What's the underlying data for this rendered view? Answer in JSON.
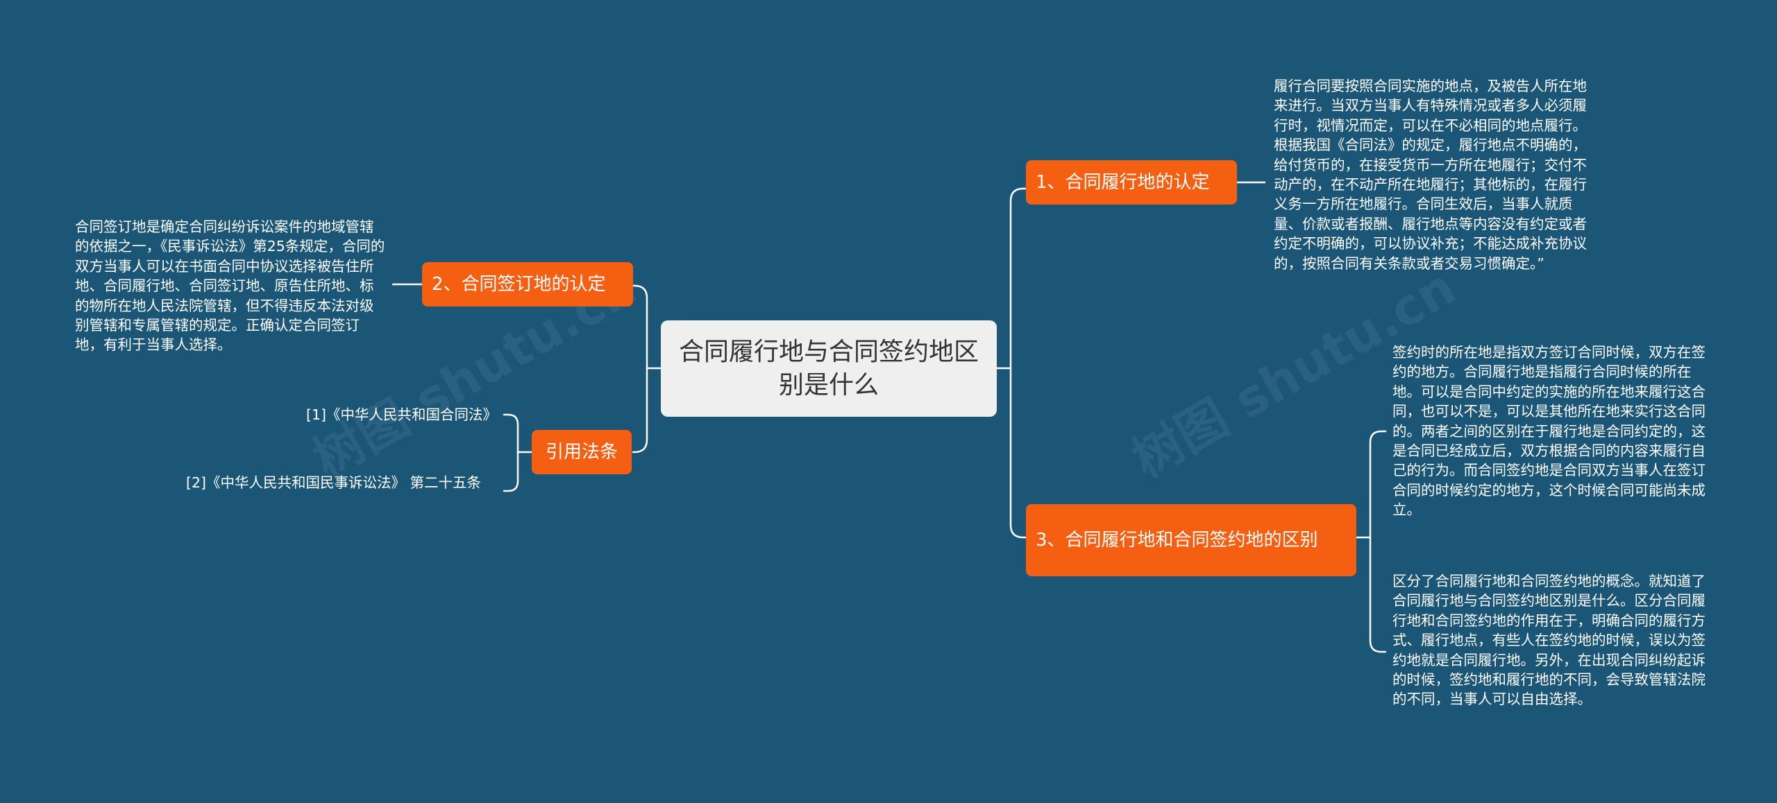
{
  "root": {
    "title": "合同履行地与合同签约地区别是什么"
  },
  "branches": {
    "b1": {
      "label": "1、合同履行地的认定"
    },
    "b2": {
      "label": "2、合同签订地的认定"
    },
    "b3": {
      "label": "3、合同履行地和合同签约地的区别"
    },
    "b4": {
      "label": "引用法条"
    }
  },
  "leaves": {
    "b1_text": "履行合同要按照合同实施的地点，及被告人所在地来进行。当双方当事人有特殊情况或者多人必须履行时，视情况而定，可以在不必相同的地点履行。根据我国《合同法》的规定，履行地点不明确的，给付货币的，在接受货币一方所在地履行；交付不动产的，在不动产所在地履行；其他标的，在履行义务一方所在地履行。合同生效后，当事人就质量、价款或者报酬、履行地点等内容没有约定或者约定不明确的，可以协议补充；不能达成补充协议的，按照合同有关条款或者交易习惯确定。”",
    "b2_text": "合同签订地是确定合同纠纷诉讼案件的地域管辖的依据之一，《民事诉讼法》第25条规定，合同的双方当事人可以在书面合同中协议选择被告住所地、合同履行地、合同签订地、原告住所地、标的物所在地人民法院管辖，但不得违反本法对级别管辖和专属管辖的规定。正确认定合同签订地，有利于当事人选择。",
    "b3_text1": "签约时的所在地是指双方签订合同时候，双方在签约的地方。合同履行地是指履行合同时候的所在地。可以是合同中约定的实施的所在地来履行这合同，也可以不是，可以是其他所在地来实行这合同的。两者之间的区别在于履行地是合同约定的，这是合同已经成立后，双方根据合同的内容来履行自己的行为。而合同签约地是合同双方当事人在签订合同的时候约定的地方，这个时候合同可能尚未成立。",
    "b3_text2": "区分了合同履行地和合同签约地的概念。就知道了合同履行地与合同签约地区别是什么。区分合同履行地和合同签约地的作用在于，明确合同的履行方式、履行地点，有些人在签约地的时候，误以为签约地就是合同履行地。另外，在出现合同纠纷起诉的时候，签约地和履行地的不同，会导致管辖法院的不同，当事人可以自由选择。",
    "ref1": "[1]《中华人民共和国合同法》",
    "ref2": "[2]《中华人民共和国民事诉讼法》 第二十五条"
  },
  "watermark": "树图 shutu.cn",
  "colors": {
    "background": "#1b5677",
    "branch": "#f45f12",
    "root_fill": "#efefef",
    "edge": "#ffffff"
  }
}
